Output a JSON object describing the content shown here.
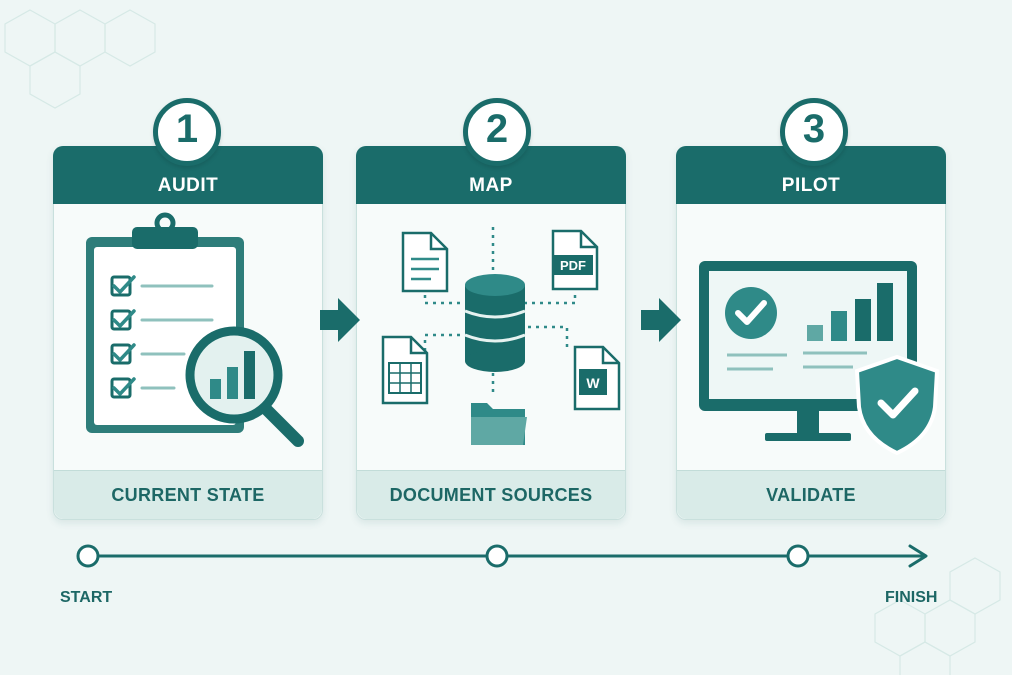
{
  "steps": [
    {
      "number": "1",
      "title": "AUDIT",
      "caption": "CURRENT STATE"
    },
    {
      "number": "2",
      "title": "MAP",
      "caption": "DOCUMENT SOURCES"
    },
    {
      "number": "3",
      "title": "PILOT",
      "caption": "VALIDATE"
    }
  ],
  "icons": {
    "step1": [
      "clipboard-checklist-icon",
      "magnifier-chart-icon"
    ],
    "step2": [
      "database-icon",
      "document-icon",
      "pdf-file-icon",
      "spreadsheet-icon",
      "word-file-icon",
      "folder-icon"
    ],
    "step3": [
      "monitor-dashboard-icon",
      "shield-check-icon"
    ]
  },
  "file_labels": {
    "pdf": "PDF",
    "word": "W"
  },
  "timeline": {
    "start": "START",
    "finish": "FINISH"
  },
  "colors": {
    "primary": "#1a6c6a",
    "accent": "#2f8a88",
    "light": "#d9ebe8",
    "background": "#eef6f5"
  }
}
